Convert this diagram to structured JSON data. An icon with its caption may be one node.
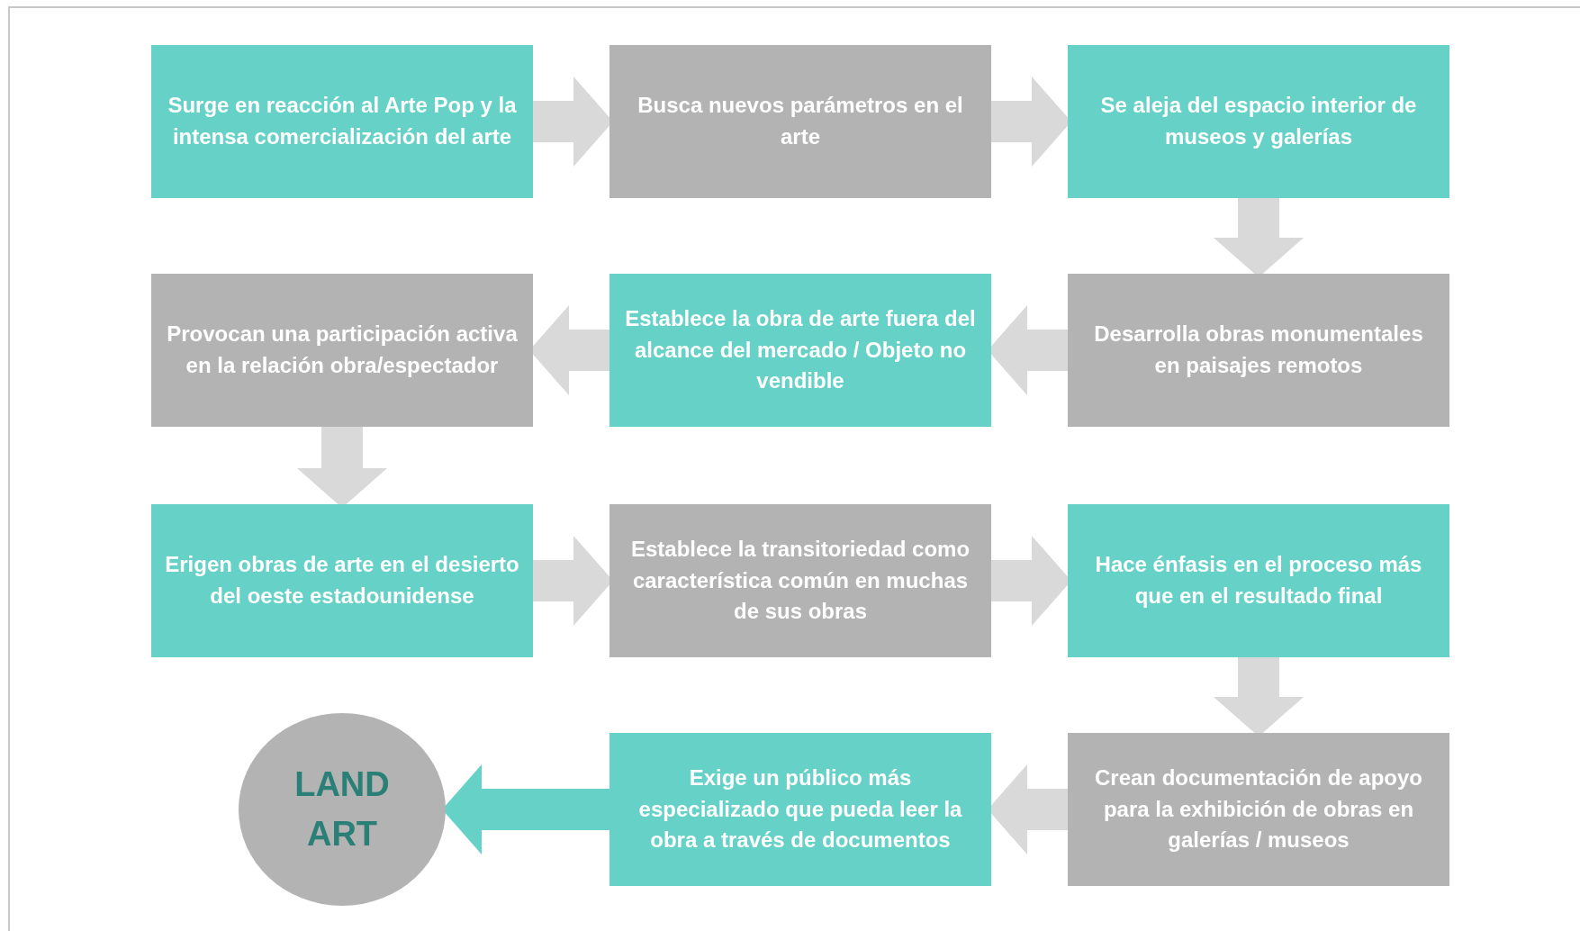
{
  "diagram": {
    "nodes": [
      {
        "text": [
          "Surge en reacción al Arte Pop y la intensa comercialización del arte"
        ]
      },
      {
        "text": [
          "Busca nuevos parámetros en el arte"
        ]
      },
      {
        "text": [
          "Se aleja del espacio interior de museos y galerías"
        ]
      },
      {
        "text": [
          "Provocan una participación activa en la relación obra/espectador"
        ]
      },
      {
        "text": [
          "Establece la obra de arte fuera del alcance del mercado / Objeto no vendible"
        ]
      },
      {
        "text": [
          "Desarrolla obras monumentales en paisajes remotos"
        ]
      },
      {
        "text": [
          "Erigen obras de arte en el desierto del oeste estadounidense"
        ]
      },
      {
        "text": [
          "Establece la transitoriedad como característica común en muchas de sus obras"
        ]
      },
      {
        "text": [
          "Hace énfasis en el proceso más que en el resultado final"
        ]
      },
      {
        "text": [
          "LAND ART"
        ]
      },
      {
        "text": [
          "Exige un público más especializado que pueda leer la obra a través de documentos"
        ]
      },
      {
        "text": [
          "Crean documentación de apoyo para la exhibición de obras en galerías / museos"
        ]
      }
    ],
    "edges": [
      {
        "from": 0,
        "to": 1,
        "arrow": "to"
      },
      {
        "from": 1,
        "to": 2,
        "arrow": "to"
      },
      {
        "from": 2,
        "to": 5,
        "arrow": "to"
      },
      {
        "from": 5,
        "to": 4,
        "arrow": "to"
      },
      {
        "from": 4,
        "to": 3,
        "arrow": "to"
      },
      {
        "from": 3,
        "to": 6,
        "arrow": "to"
      },
      {
        "from": 6,
        "to": 7,
        "arrow": "to"
      },
      {
        "from": 7,
        "to": 8,
        "arrow": "to"
      },
      {
        "from": 8,
        "to": 11,
        "arrow": "to"
      },
      {
        "from": 11,
        "to": 10,
        "arrow": "to"
      },
      {
        "from": 10,
        "to": 9,
        "arrow": "to",
        "color": "#66d1c6"
      }
    ]
  }
}
